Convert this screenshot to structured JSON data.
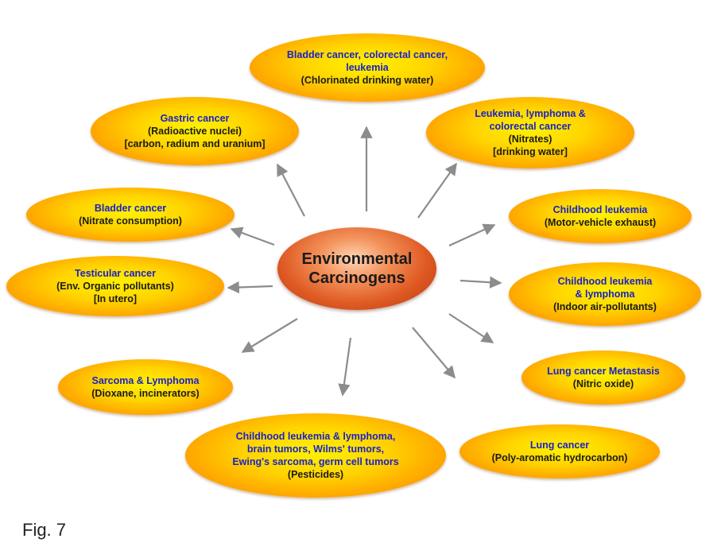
{
  "center": {
    "line1": "Environmental",
    "line2": "Carcinogens"
  },
  "nodes": {
    "top": {
      "cancer": [
        "Bladder cancer, colorectal cancer,",
        "leukemia"
      ],
      "cause": [
        "(Chlorinated drinking water)"
      ]
    },
    "gastric": {
      "cancer": [
        "Gastric cancer"
      ],
      "cause": [
        "(Radioactive nuclei)",
        "[carbon, radium and uranium]"
      ]
    },
    "leukemia_nitrates": {
      "cancer": [
        "Leukemia, lymphoma &",
        "colorectal cancer"
      ],
      "cause": [
        "(Nitrates)",
        "[drinking water]"
      ]
    },
    "bladder_nitrate": {
      "cancer": [
        "Bladder cancer"
      ],
      "cause": [
        "(Nitrate consumption)"
      ]
    },
    "childhood_motor": {
      "cancer": [
        "Childhood leukemia"
      ],
      "cause": [
        "(Motor-vehicle exhaust)"
      ]
    },
    "testicular": {
      "cancer": [
        "Testicular cancer"
      ],
      "cause": [
        "(Env. Organic pollutants)",
        "[In utero]"
      ]
    },
    "childhood_indoor": {
      "cancer": [
        "Childhood leukemia",
        "& lymphoma"
      ],
      "cause": [
        "(Indoor air-pollutants)"
      ]
    },
    "sarcoma": {
      "cancer": [
        "Sarcoma & Lymphoma"
      ],
      "cause": [
        "(Dioxane, incinerators)"
      ]
    },
    "lung_metastasis": {
      "cancer": [
        "Lung cancer Metastasis"
      ],
      "cause": [
        "(Nitric oxide)"
      ]
    },
    "pesticides": {
      "cancer": [
        "Childhood leukemia & lymphoma,",
        "brain tumors, Wilms' tumors,",
        "Ewing's sarcoma, germ cell tumors"
      ],
      "cause": [
        "(Pesticides)"
      ]
    },
    "lung_pah": {
      "cancer": [
        "Lung cancer"
      ],
      "cause": [
        "(Poly-aromatic hydrocarbon)"
      ]
    }
  },
  "caption": "Fig. 7",
  "colors": {
    "arrow": "#8c8c8c",
    "cancer_text": "#1a22c8",
    "cause_text": "#1a1a1a"
  }
}
